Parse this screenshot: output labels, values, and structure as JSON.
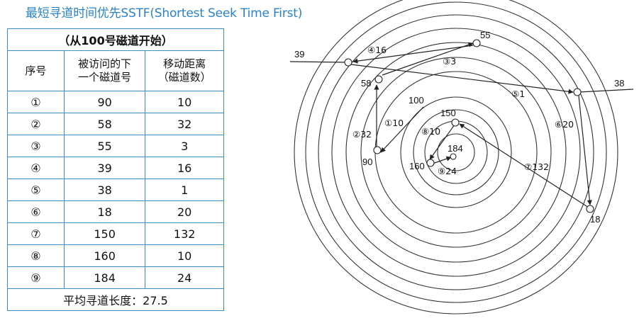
{
  "title": "最短寻道时间优先SSTF(Shortest Seek Time First)",
  "table": {
    "caption": "（从100号磁道开始）",
    "headers": [
      "序号",
      "被访问的下\n一个磁道号",
      "移动距离\n（磁道数）"
    ],
    "rows": [
      {
        "no": "①",
        "track": "90",
        "dist": "10"
      },
      {
        "no": "②",
        "track": "58",
        "dist": "32"
      },
      {
        "no": "③",
        "track": "55",
        "dist": "3"
      },
      {
        "no": "④",
        "track": "39",
        "dist": "16"
      },
      {
        "no": "⑤",
        "track": "38",
        "dist": "1"
      },
      {
        "no": "⑥",
        "track": "18",
        "dist": "20"
      },
      {
        "no": "⑦",
        "track": "150",
        "dist": "132"
      },
      {
        "no": "⑧",
        "track": "160",
        "dist": "10"
      },
      {
        "no": "⑨",
        "track": "184",
        "dist": "24"
      }
    ],
    "footer": "平均寻道长度：27.5"
  },
  "diagram": {
    "tracks": [
      {
        "label": "39"
      },
      {
        "label": "55"
      },
      {
        "label": "58"
      },
      {
        "label": "100"
      },
      {
        "label": "90"
      },
      {
        "label": "150"
      },
      {
        "label": "184"
      },
      {
        "label": "160"
      },
      {
        "label": "38"
      },
      {
        "label": "18"
      }
    ],
    "steps": [
      {
        "label": "①10"
      },
      {
        "label": "②32"
      },
      {
        "label": "③3"
      },
      {
        "label": "④16"
      },
      {
        "label": "⑤1"
      },
      {
        "label": "⑥20"
      },
      {
        "label": "⑦132"
      },
      {
        "label": "⑧10"
      },
      {
        "label": "⑨24"
      }
    ]
  },
  "colors": {
    "title": "#2a83c6",
    "border": "#3b8fc8",
    "line": "#222222"
  }
}
